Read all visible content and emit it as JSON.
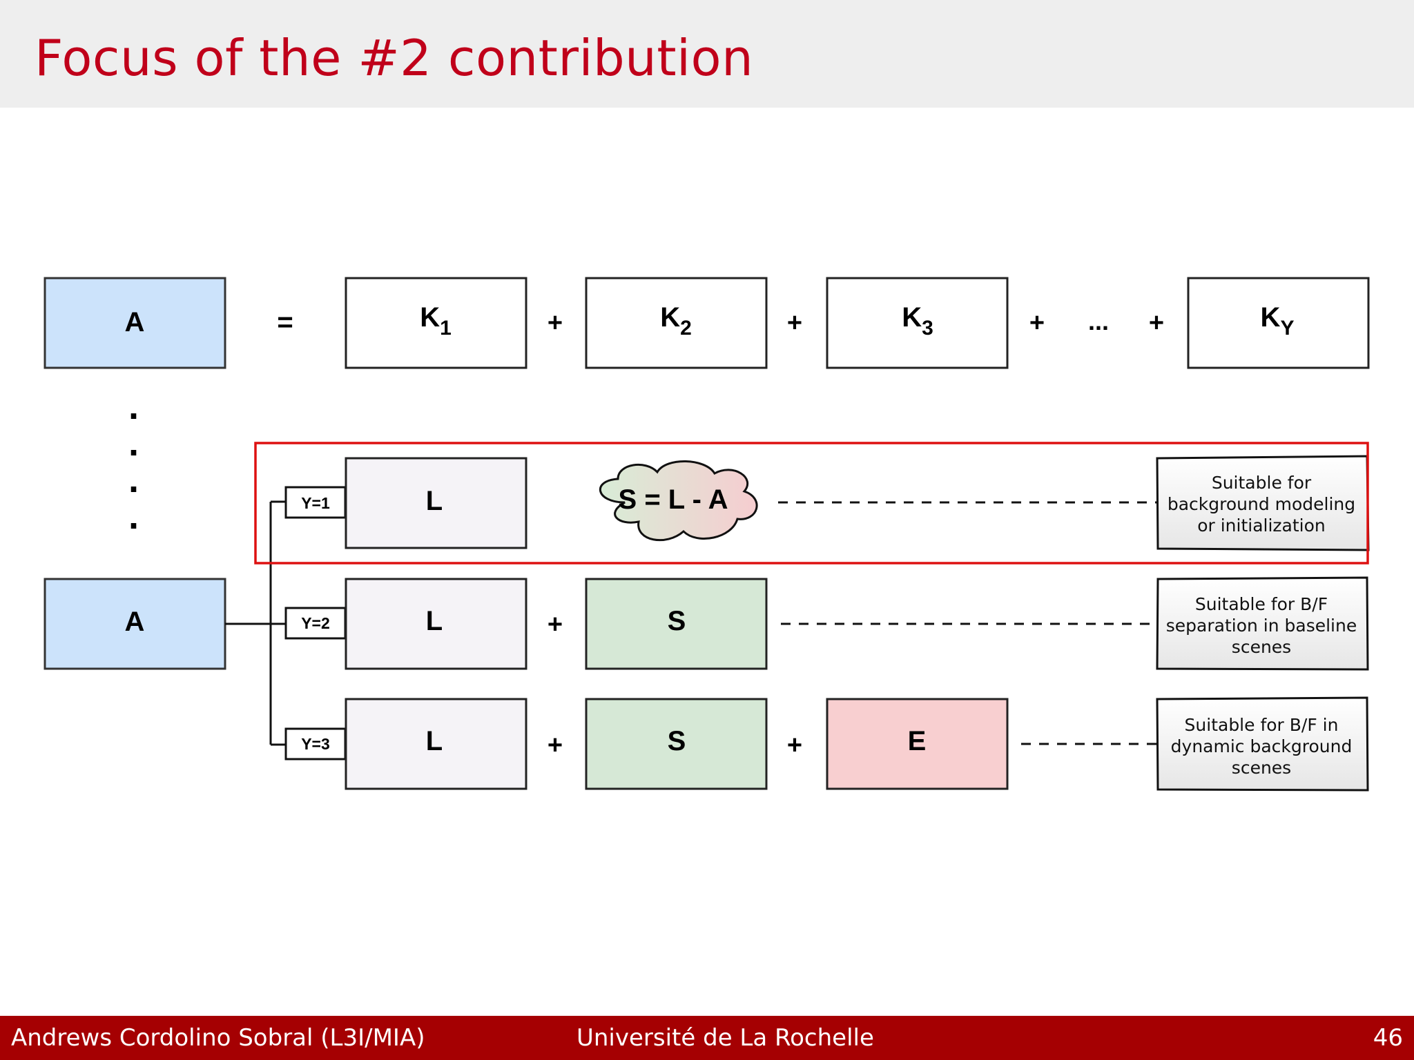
{
  "slide": {
    "title": "Focus of the #2 contribution"
  },
  "diagram": {
    "top_row": {
      "lhs": "A",
      "equals": "=",
      "terms": [
        {
          "base": "K",
          "sub": "1"
        },
        {
          "base": "K",
          "sub": "2"
        },
        {
          "base": "K",
          "sub": "3"
        },
        {
          "base": "K",
          "sub": "Y"
        }
      ],
      "ellipsis": "..."
    },
    "vdots": "·",
    "bottom": {
      "lhs": "A",
      "branches": [
        {
          "label": "Y=1",
          "box": "L",
          "cloud": "S = L - A",
          "note": [
            "Suitable for",
            "background modeling",
            "or initialization"
          ]
        },
        {
          "label": "Y=2",
          "boxes": [
            "L",
            "S"
          ],
          "note": [
            "Suitable for B/F",
            "separation in baseline",
            "scenes"
          ]
        },
        {
          "label": "Y=3",
          "boxes": [
            "L",
            "S",
            "E"
          ],
          "note": [
            "Suitable for B/F in",
            "dynamic background",
            "scenes"
          ]
        }
      ]
    },
    "plus": "+",
    "colors": {
      "a_box": "#cce3fb",
      "l_box": "#f5f3f7",
      "s_box": "#d6e8d6",
      "e_box": "#f8cfd0",
      "highlight": "#dd1111",
      "cloud_left": "#d8ecd6",
      "cloud_right": "#f6cdd0"
    }
  },
  "footer": {
    "author": "Andrews Cordolino Sobral (L3I/MIA)",
    "institution": "Université de La Rochelle",
    "page": "46"
  }
}
